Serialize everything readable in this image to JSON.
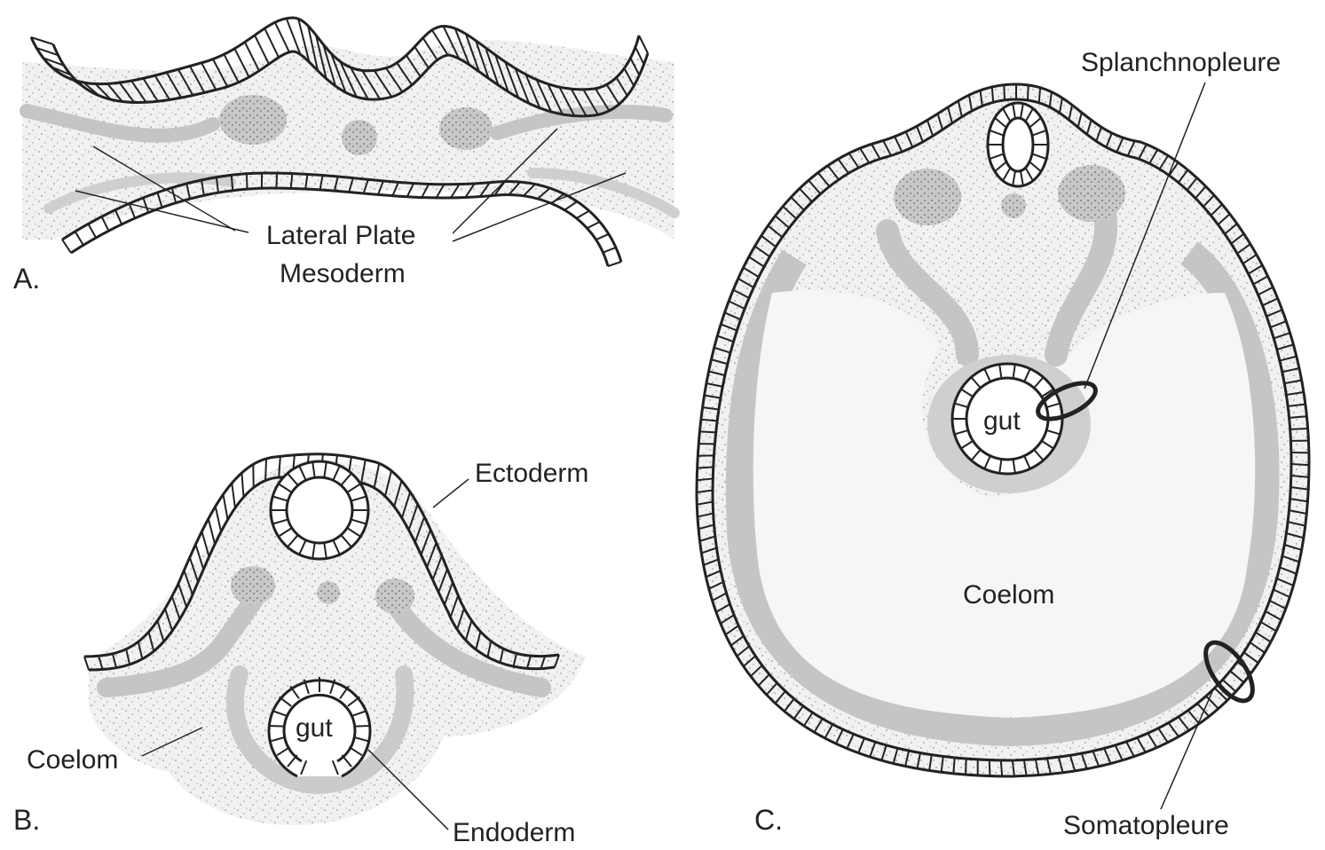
{
  "panels": {
    "a": {
      "letter": "A.",
      "labels": {
        "lateral_plate_line1": "Lateral Plate",
        "lateral_plate_line2": "Mesoderm"
      }
    },
    "b": {
      "letter": "B.",
      "labels": {
        "ectoderm": "Ectoderm",
        "coelom": "Coelom",
        "gut": "gut",
        "endoderm": "Endoderm"
      }
    },
    "c": {
      "letter": "C.",
      "labels": {
        "splanchnopleure": "Splanchnopleure",
        "gut": "gut",
        "coelom": "Coelom",
        "somatopleure": "Somatopleure"
      }
    }
  },
  "colors": {
    "ink": "#222222",
    "mesoderm_fill": "#e4e4e4",
    "dense_mesoderm": "#b7b7b7",
    "cell_fill": "#ffffff"
  }
}
